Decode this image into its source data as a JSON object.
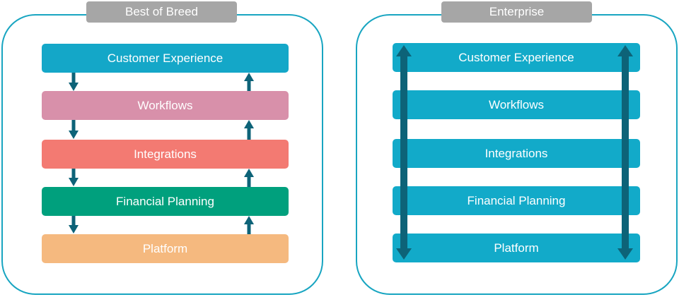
{
  "left_panel": {
    "title": "Best of Breed",
    "layers": [
      {
        "label": "Customer Experience",
        "color": "#14a7c8"
      },
      {
        "label": "Workflows",
        "color": "#d890aa"
      },
      {
        "label": "Integrations",
        "color": "#f37a72"
      },
      {
        "label": "Financial Planning",
        "color": "#00a07d"
      },
      {
        "label": "Platform",
        "color": "#f5b97f"
      }
    ]
  },
  "right_panel": {
    "title": "Enterprise",
    "layers": [
      {
        "label": "Customer Experience"
      },
      {
        "label": "Workflows"
      },
      {
        "label": "Integrations"
      },
      {
        "label": "Financial Planning"
      },
      {
        "label": "Platform"
      }
    ],
    "layer_color": "#12aac9"
  },
  "colors": {
    "border": "#18a5c1",
    "tag": "#a6a6a6",
    "arrow": "#0d6378"
  }
}
